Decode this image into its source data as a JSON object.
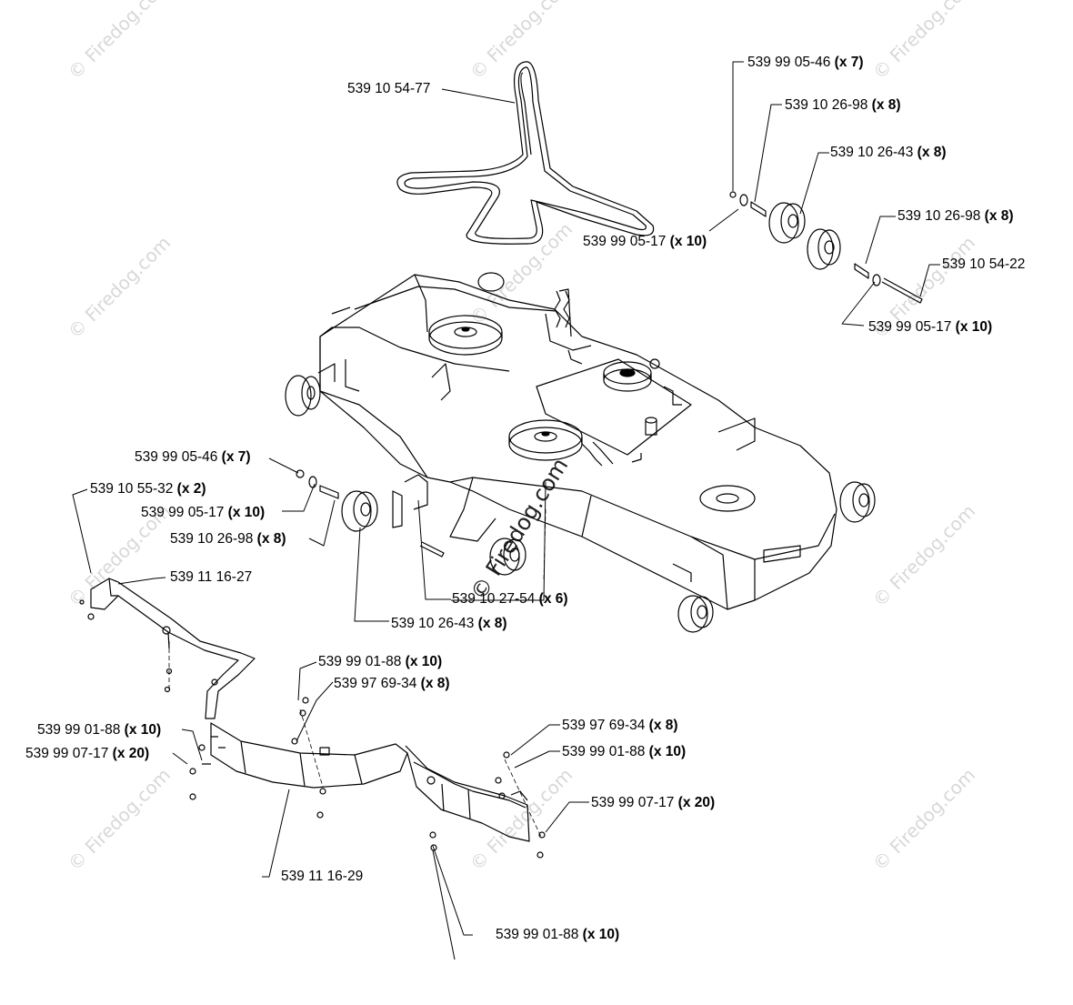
{
  "watermark": "© Firedog.com",
  "center_watermark": "© Firedog.com",
  "labels": [
    {
      "id": "belt",
      "part": "539 10 54-77",
      "qty": ""
    },
    {
      "id": "r-bolt",
      "part": "539 99 05-46",
      "qty": "(x 7)"
    },
    {
      "id": "r-bushing",
      "part": "539 10 26-98",
      "qty": "(x 8)"
    },
    {
      "id": "r-wheel",
      "part": "539 10 26-43",
      "qty": "(x 8)"
    },
    {
      "id": "r-washer-a",
      "part": "539 99 05-17",
      "qty": "(x 10)"
    },
    {
      "id": "r-bushing-2",
      "part": "539 10 26-98",
      "qty": "(x 8)"
    },
    {
      "id": "r-axle",
      "part": "539 10 54-22",
      "qty": ""
    },
    {
      "id": "r-washer-b",
      "part": "539 99 05-17",
      "qty": "(x 10)"
    },
    {
      "id": "l-bolt",
      "part": "539 99 05-46",
      "qty": "(x 7)"
    },
    {
      "id": "l-bracket",
      "part": "539 10 55-32",
      "qty": "(x 2)"
    },
    {
      "id": "l-washer",
      "part": "539 99 05-17",
      "qty": "(x 10)"
    },
    {
      "id": "l-bushing",
      "part": "539 10 26-98",
      "qty": "(x 8)"
    },
    {
      "id": "l-baffle",
      "part": "539 11 16-27",
      "qty": ""
    },
    {
      "id": "c-pin",
      "part": "539 10 27-54",
      "qty": "(x 6)"
    },
    {
      "id": "c-wheel",
      "part": "539 10 26-43",
      "qty": "(x 8)"
    },
    {
      "id": "c-nut",
      "part": "539 99 01-88",
      "qty": "(x 10)"
    },
    {
      "id": "c-screw",
      "part": "539 97 69-34",
      "qty": "(x 8)"
    },
    {
      "id": "ll-nut",
      "part": "539 99 01-88",
      "qty": "(x 10)"
    },
    {
      "id": "ll-washer",
      "part": "539 99 07-17",
      "qty": "(x 20)"
    },
    {
      "id": "rr-screw",
      "part": "539 97 69-34",
      "qty": "(x 8)"
    },
    {
      "id": "rr-nut",
      "part": "539 99 01-88",
      "qty": "(x 10)"
    },
    {
      "id": "rr-washer",
      "part": "539 99 07-17",
      "qty": "(x 20)"
    },
    {
      "id": "b-baffle",
      "part": "539 11 16-29",
      "qty": ""
    },
    {
      "id": "b-nut",
      "part": "539 99 01-88",
      "qty": "(x 10)"
    }
  ]
}
